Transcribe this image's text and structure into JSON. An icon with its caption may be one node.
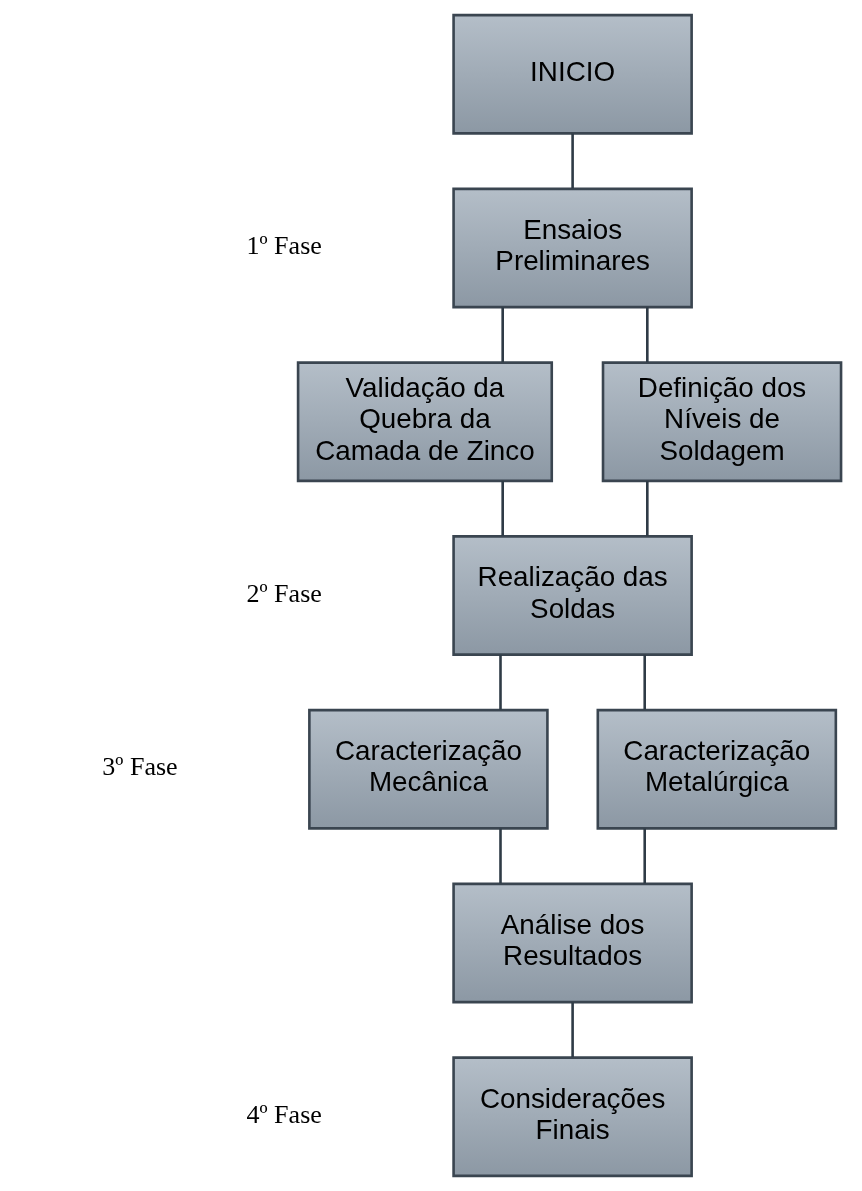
{
  "diagram": {
    "nodes": [
      {
        "text": [
          "INICIO"
        ]
      },
      {
        "text": [
          "Ensaios Preliminares"
        ]
      },
      {
        "text": [
          "Validação da Quebra da Camada de Zinco"
        ]
      },
      {
        "text": [
          "Definição dos Níveis de Soldagem"
        ]
      },
      {
        "text": [
          "Realização das Soldas"
        ]
      },
      {
        "text": [
          "Caracterização Mecânica"
        ]
      },
      {
        "text": [
          "Caracterização Metalúrgica"
        ]
      },
      {
        "text": [
          "Análise dos Resultados"
        ]
      },
      {
        "text": [
          "Considerações Finais"
        ]
      }
    ],
    "edges": [
      {
        "from": 0,
        "to": 1,
        "arrow": "none"
      },
      {
        "from": 1,
        "to": 2,
        "arrow": "none"
      },
      {
        "from": 1,
        "to": 3,
        "arrow": "none"
      },
      {
        "from": 2,
        "to": 4,
        "arrow": "none"
      },
      {
        "from": 3,
        "to": 4,
        "arrow": "none"
      },
      {
        "from": 4,
        "to": 5,
        "arrow": "none"
      },
      {
        "from": 4,
        "to": 6,
        "arrow": "none"
      },
      {
        "from": 5,
        "to": 7,
        "arrow": "none"
      },
      {
        "from": 6,
        "to": 7,
        "arrow": "none"
      },
      {
        "from": 7,
        "to": 8,
        "arrow": "none"
      }
    ],
    "labels": [
      "1º Fase",
      "2º Fase",
      "3º Fase",
      "4º Fase"
    ]
  }
}
